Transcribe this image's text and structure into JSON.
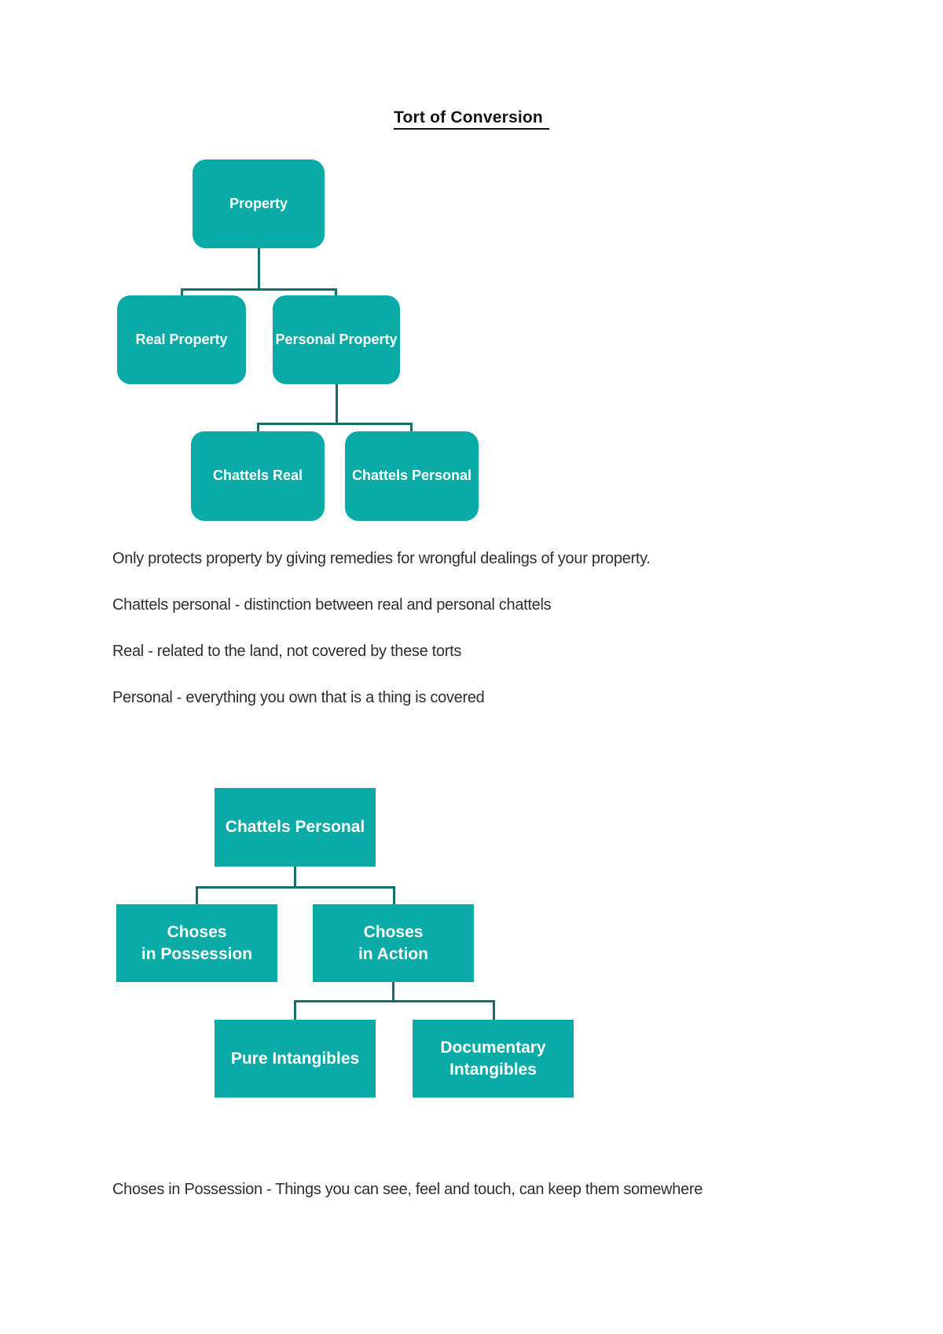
{
  "page": {
    "title": "Tort of Conversion"
  },
  "colors": {
    "node_fill": "#0AAAA6",
    "node_text": "#FFFFFF",
    "connector": "#156E6C",
    "body_text": "#2E2E2E"
  },
  "diagram1": {
    "name": "Property hierarchy",
    "nodes": [
      {
        "id": "property",
        "lines": [
          "Property"
        ]
      },
      {
        "id": "real-property",
        "lines": [
          "Real Property"
        ]
      },
      {
        "id": "personal-property",
        "lines": [
          "Personal Property"
        ]
      },
      {
        "id": "chattels-real",
        "lines": [
          "Chattels Real"
        ]
      },
      {
        "id": "chattels-personal",
        "lines": [
          "Chattels Personal"
        ]
      }
    ]
  },
  "diagram2": {
    "name": "Chattels Personal hierarchy",
    "nodes": [
      {
        "id": "chattels-personal",
        "lines": [
          "Chattels Personal"
        ]
      },
      {
        "id": "choses-in-possession",
        "lines": [
          "Choses",
          "in Possession"
        ]
      },
      {
        "id": "choses-in-action",
        "lines": [
          "Choses",
          "in Action"
        ]
      },
      {
        "id": "pure-intangibles",
        "lines": [
          "Pure Intangibles"
        ]
      },
      {
        "id": "documentary-intangibles",
        "lines": [
          "Documentary",
          "Intangibles"
        ]
      }
    ]
  },
  "paragraphs": [
    "Only protects property by giving remedies for wrongful dealings of your property.",
    "Chattels personal - distinction between real and personal chattels",
    "Real - related to the land, not covered by these torts",
    "Personal - everything you own that is a thing is covered",
    "Choses in Possession - Things you can see, feel and touch, can keep them somewhere"
  ]
}
